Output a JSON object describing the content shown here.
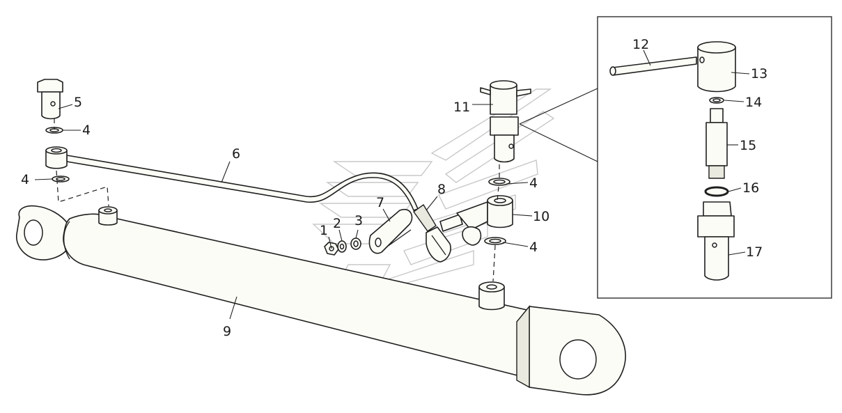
{
  "diagram": {
    "callouts": [
      {
        "id": "c1",
        "label": "1"
      },
      {
        "id": "c2",
        "label": "2"
      },
      {
        "id": "c3",
        "label": "3"
      },
      {
        "id": "c4a",
        "label": "4"
      },
      {
        "id": "c4b",
        "label": "4"
      },
      {
        "id": "c4c",
        "label": "4"
      },
      {
        "id": "c4d",
        "label": "4"
      },
      {
        "id": "c5",
        "label": "5"
      },
      {
        "id": "c6",
        "label": "6"
      },
      {
        "id": "c7",
        "label": "7"
      },
      {
        "id": "c8",
        "label": "8"
      },
      {
        "id": "c9",
        "label": "9"
      },
      {
        "id": "c10",
        "label": "10"
      },
      {
        "id": "c11",
        "label": "11"
      },
      {
        "id": "c12",
        "label": "12"
      },
      {
        "id": "c13",
        "label": "13"
      },
      {
        "id": "c14",
        "label": "14"
      },
      {
        "id": "c15",
        "label": "15"
      },
      {
        "id": "c16",
        "label": "16"
      },
      {
        "id": "c17",
        "label": "17"
      }
    ]
  }
}
